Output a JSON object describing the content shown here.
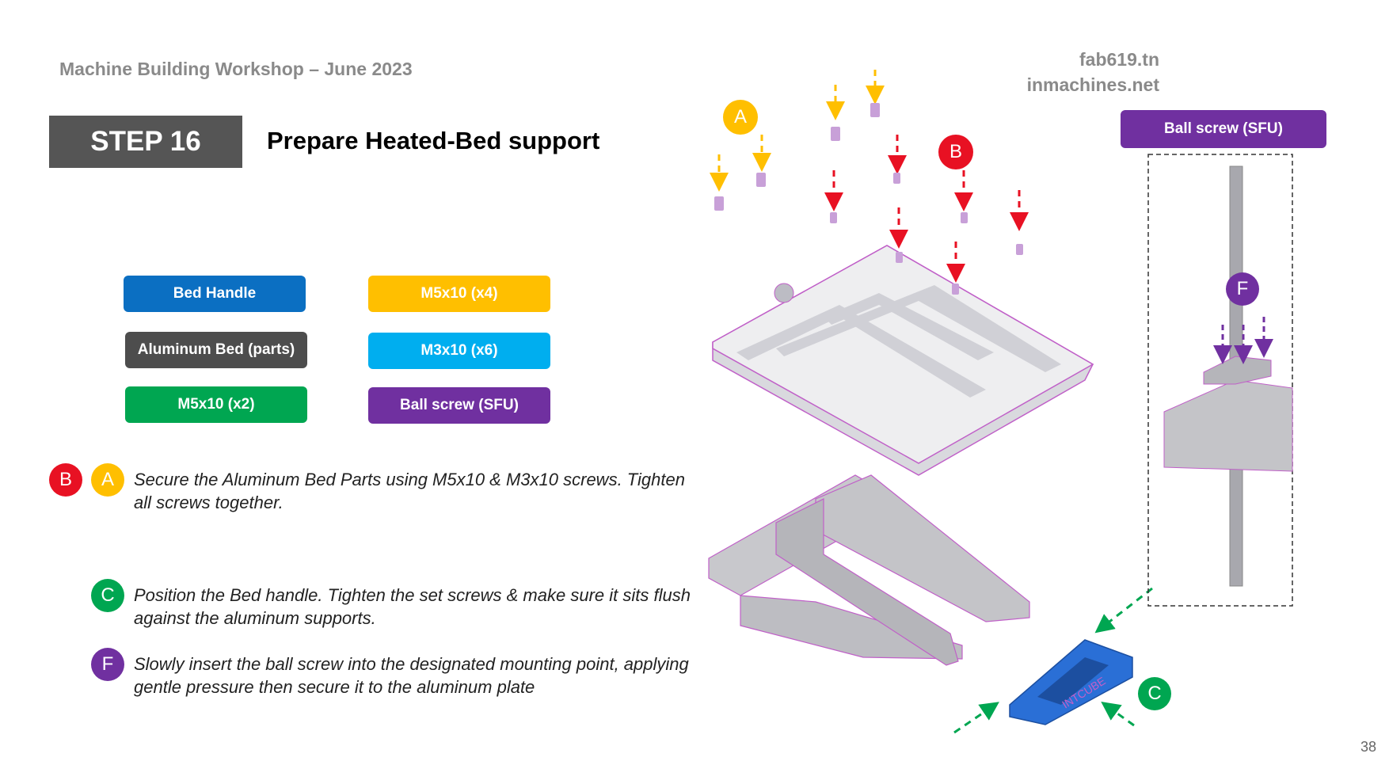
{
  "header": {
    "workshop_title": "Machine Building Workshop – June 2023",
    "site1": "fab619.tn",
    "site2": "inmachines.net"
  },
  "step": {
    "label": "STEP 16",
    "title": "Prepare Heated-Bed support"
  },
  "legend": [
    {
      "label": "Bed Handle",
      "color": "#0b6fc2"
    },
    {
      "label": "M5x10 (x4)",
      "color": "#ffbf00"
    },
    {
      "label": "Aluminum Bed (parts)",
      "color": "#4d4d4d"
    },
    {
      "label": "M3x10 (x6)",
      "color": "#00aeef"
    },
    {
      "label": "M5x10 (x2)",
      "color": "#00a651"
    },
    {
      "label": "Ball screw (SFU)",
      "color": "#7030a0"
    }
  ],
  "instructions": [
    {
      "badges": [
        "B",
        "A"
      ],
      "text": "Secure the Aluminum Bed Parts using M5x10 & M3x10 screws. Tighten all screws together."
    },
    {
      "badges": [
        "C"
      ],
      "text": "Position the Bed handle. Tighten the set screws & make sure it sits flush against the aluminum supports."
    },
    {
      "badges": [
        "F"
      ],
      "text": "Slowly insert the ball screw into the designated mounting point, applying gentle pressure then secure it to the aluminum plate"
    }
  ],
  "badge_colors": {
    "A": "#ffbf00",
    "B": "#e81123",
    "C": "#00a651",
    "F": "#7030a0"
  },
  "diagram": {
    "label_a": "A",
    "label_b": "B",
    "label_c": "C",
    "label_f": "F",
    "detail_label": "Ball screw (SFU)",
    "handle_engraving": "INTCUBE"
  },
  "page_number": "38"
}
